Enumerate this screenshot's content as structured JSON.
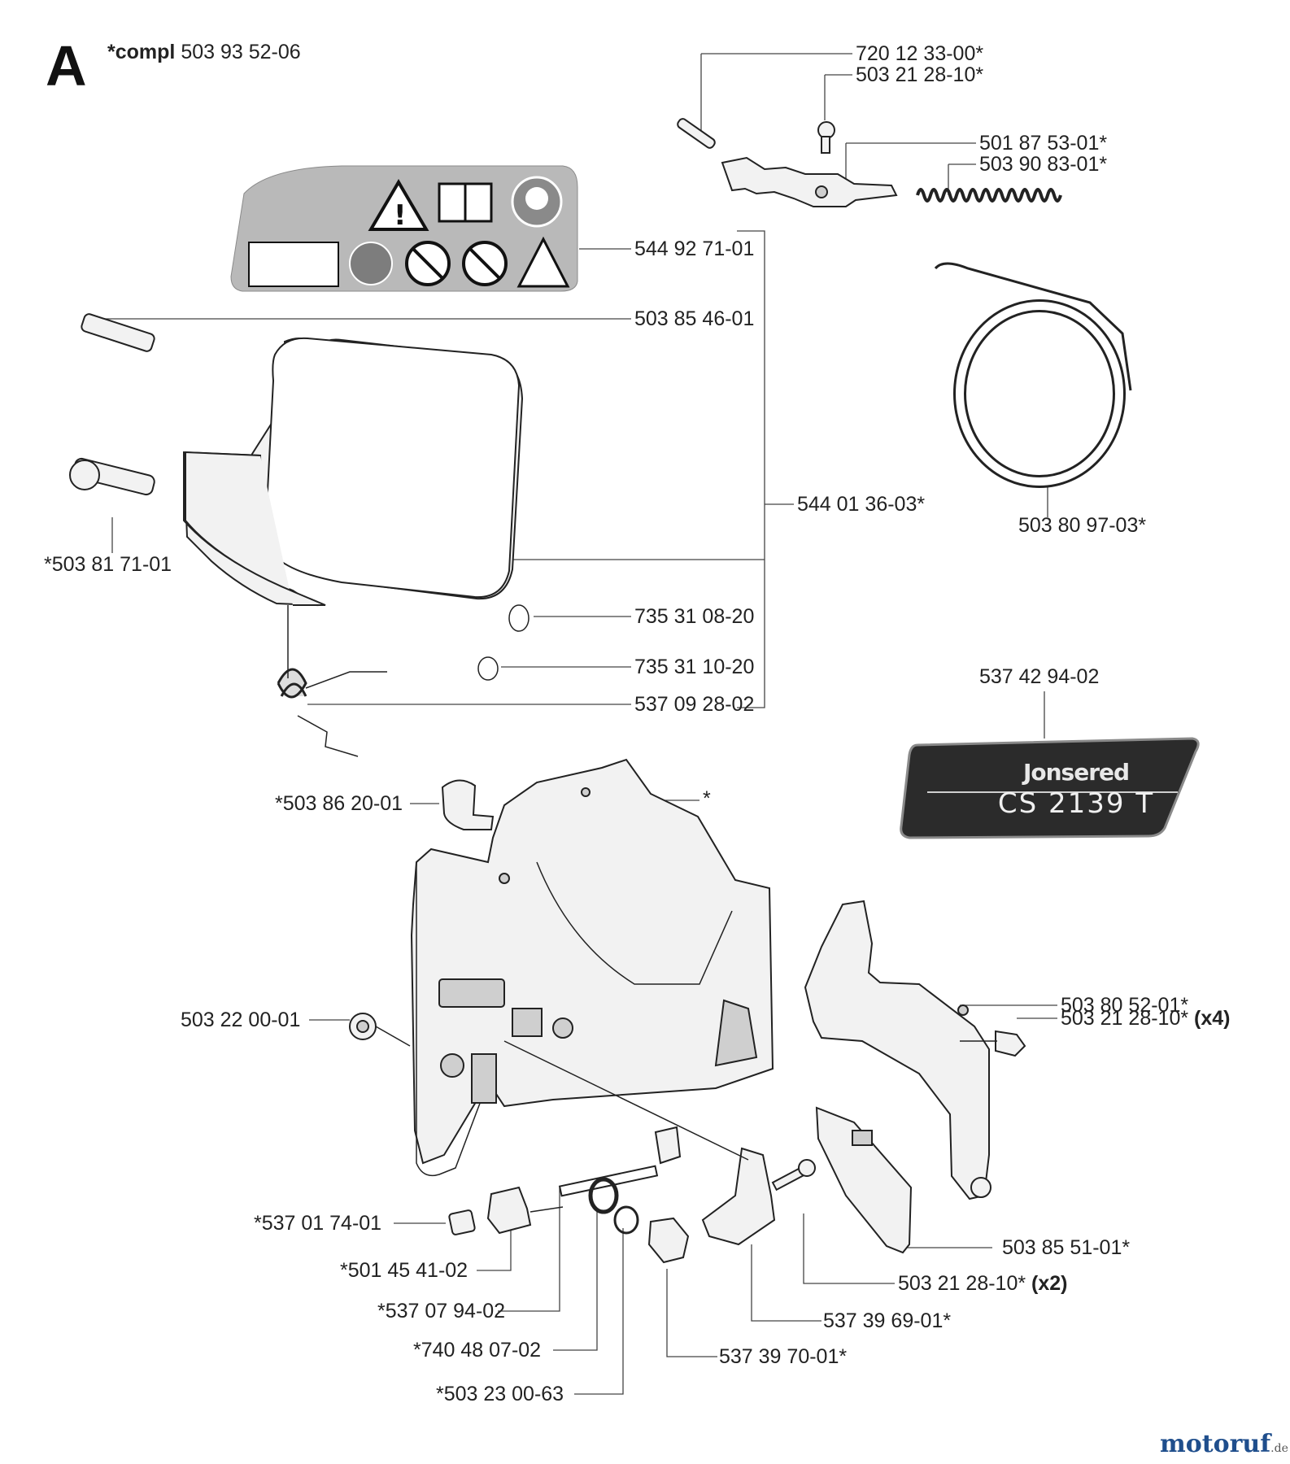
{
  "header": {
    "section_letter": "A",
    "compl_prefix": "*compl",
    "compl_number": "503 93 52-06"
  },
  "labels": {
    "l720_12_33": "720 12 33-00*",
    "l503_21_28_top": "503 21 28-10*",
    "l501_87_53": "501 87 53-01*",
    "l503_90_83": "503 90 83-01*",
    "l544_92_71": "544 92 71-01",
    "l503_85_46": "503 85 46-01",
    "l544_01_36": "544 01 36-03*",
    "l503_80_97": "503 80 97-03*",
    "l503_81_71": "*503 81 71-01",
    "l735_31_08": "735 31 08-20",
    "l735_31_10": "735 31 10-20",
    "l537_09_28": "537 09 28-02",
    "l537_42_94": "537 42 94-02",
    "l503_86_20": "*503 86 20-01",
    "l_star": "*",
    "l503_22_00": "503 22 00-01",
    "l503_80_52": "503 80 52-01*",
    "l503_21_28_x4": "503 21 28-10*",
    "x4": "(x4)",
    "l537_01_74": "*537 01 74-01",
    "l501_45_41": "*501 45 41-02",
    "l537_07_94": "*537 07 94-02",
    "l740_48_07": "*740 48 07-02",
    "l503_23_00": "*503 23 00-63",
    "l503_85_51": "503 85 51-01*",
    "l503_21_28_x2": "503 21 28-10*",
    "x2": "(x2)",
    "l537_39_69": "537 39 69-01*",
    "l537_39_70": "537 39 70-01*"
  },
  "decal": {
    "brand": "Jonsered",
    "model": "CS 2139 T"
  },
  "watermark": {
    "name": "motoruf",
    "tld": ".de"
  },
  "colors": {
    "decal_bg": "#2b2b2b",
    "watermark_blue": "#1f4e8c",
    "watermark_orange": "#e07a18"
  }
}
